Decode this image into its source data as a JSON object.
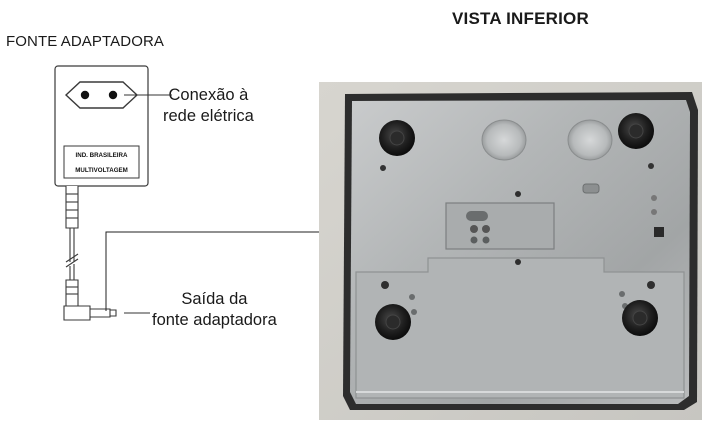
{
  "diagram": {
    "left_title": "FONTE ADAPTADORA",
    "right_title": "VISTA INFERIOR",
    "adapter_label_line1": "IND. BRASILEIRA",
    "adapter_label_line2": "MULTIVOLTAGEM",
    "callout_mains": {
      "line1": "Conexão à",
      "line2": "rede elétrica"
    },
    "callout_output": {
      "line1": "Saída da",
      "line2": "fonte adaptadora"
    }
  }
}
